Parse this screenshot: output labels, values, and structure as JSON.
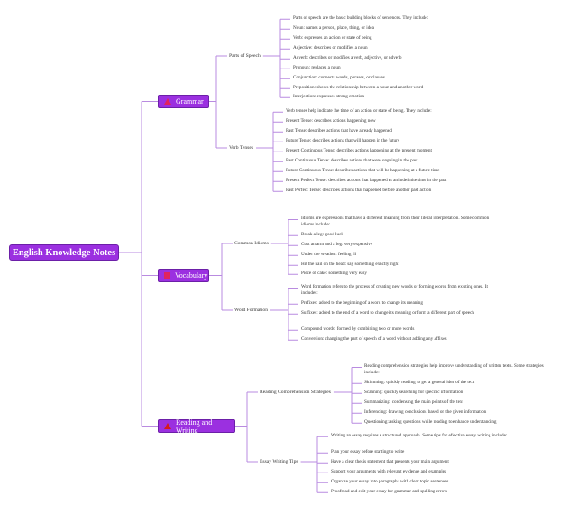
{
  "root": "English Knowledge Notes",
  "sections": [
    {
      "title": "Grammar",
      "icon": "pink-triangle-icon",
      "subs": [
        {
          "label": "Parts of Speech",
          "items": [
            "Parts of speech are the basic building blocks of sentences. They include:",
            "Noun: names a person, place, thing, or idea",
            "Verb: expresses an action or state of being",
            "Adjective: describes or modifies a noun",
            "Adverb: describes or modifies a verb, adjective, or adverb",
            "Pronoun: replaces a noun",
            "Conjunction: connects words, phrases, or clauses",
            "Preposition: shows the relationship between a noun and another word",
            "Interjection: expresses strong emotion"
          ]
        },
        {
          "label": "Verb Tenses",
          "items": [
            "Verb tenses help indicate the time of an action or state of being. They include:",
            "Present Tense: describes actions happening now",
            "Past Tense: describes actions that have already happened",
            "Future Tense: describes actions that will happen in the future",
            "Present Continuous Tense: describes actions happening at the present moment",
            "Past Continuous Tense: describes actions that were ongoing in the past",
            "Future Continuous Tense: describes actions that will be happening at a future time",
            "Present Perfect Tense: describes actions that happened at an indefinite time in the past",
            "Past Perfect Tense: describes actions that happened before another past action"
          ]
        }
      ]
    },
    {
      "title": "Vocabulary",
      "icon": "red-square-icon",
      "subs": [
        {
          "label": "Common Idioms",
          "items": [
            "Idioms are expressions that have a different meaning from their literal interpretation. Some common idioms include:",
            "Break a leg: good luck",
            "Cost an arm and a leg: very expensive",
            "Under the weather: feeling ill",
            "Hit the nail on the head: say something exactly right",
            "Piece of cake: something very easy"
          ]
        },
        {
          "label": "Word Formation",
          "items": [
            "Word formation refers to the process of creating new words or forming words from existing ones. It includes:",
            "Prefixes: added to the beginning of a word to change its meaning",
            "Suffixes: added to the end of a word to change its meaning or form a different part of speech",
            "Compound words: formed by combining two or more words",
            "Conversion: changing the part of speech of a word without adding any affixes"
          ]
        }
      ]
    },
    {
      "title": "Reading and Writing",
      "icon": "red-triangle-icon",
      "subs": [
        {
          "label": "Reading Comprehension Strategies",
          "items": [
            "Reading comprehension strategies help improve understanding of written texts. Some strategies include:",
            "Skimming: quickly reading to get a general idea of the text",
            "Scanning: quickly searching for specific information",
            "Summarizing: condensing the main points of the text",
            "Inferencing: drawing conclusions based on the given information",
            "Questioning: asking questions while reading to enhance understanding"
          ]
        },
        {
          "label": "Essay Writing Tips",
          "items": [
            "Writing an essay requires a structured approach. Some tips for effective essay writing include:",
            "Plan your essay before starting to write",
            "Have a clear thesis statement that presents your main argument",
            "Support your arguments with relevant evidence and examples",
            "Organize your essay into paragraphs with clear topic sentences",
            "Proofread and edit your essay for grammar and spelling errors"
          ]
        }
      ]
    }
  ],
  "colors": {
    "node": "#9b30e0",
    "line": "#b98be0",
    "icon_pink": "#e0245e",
    "icon_red": "#d61c1c"
  }
}
